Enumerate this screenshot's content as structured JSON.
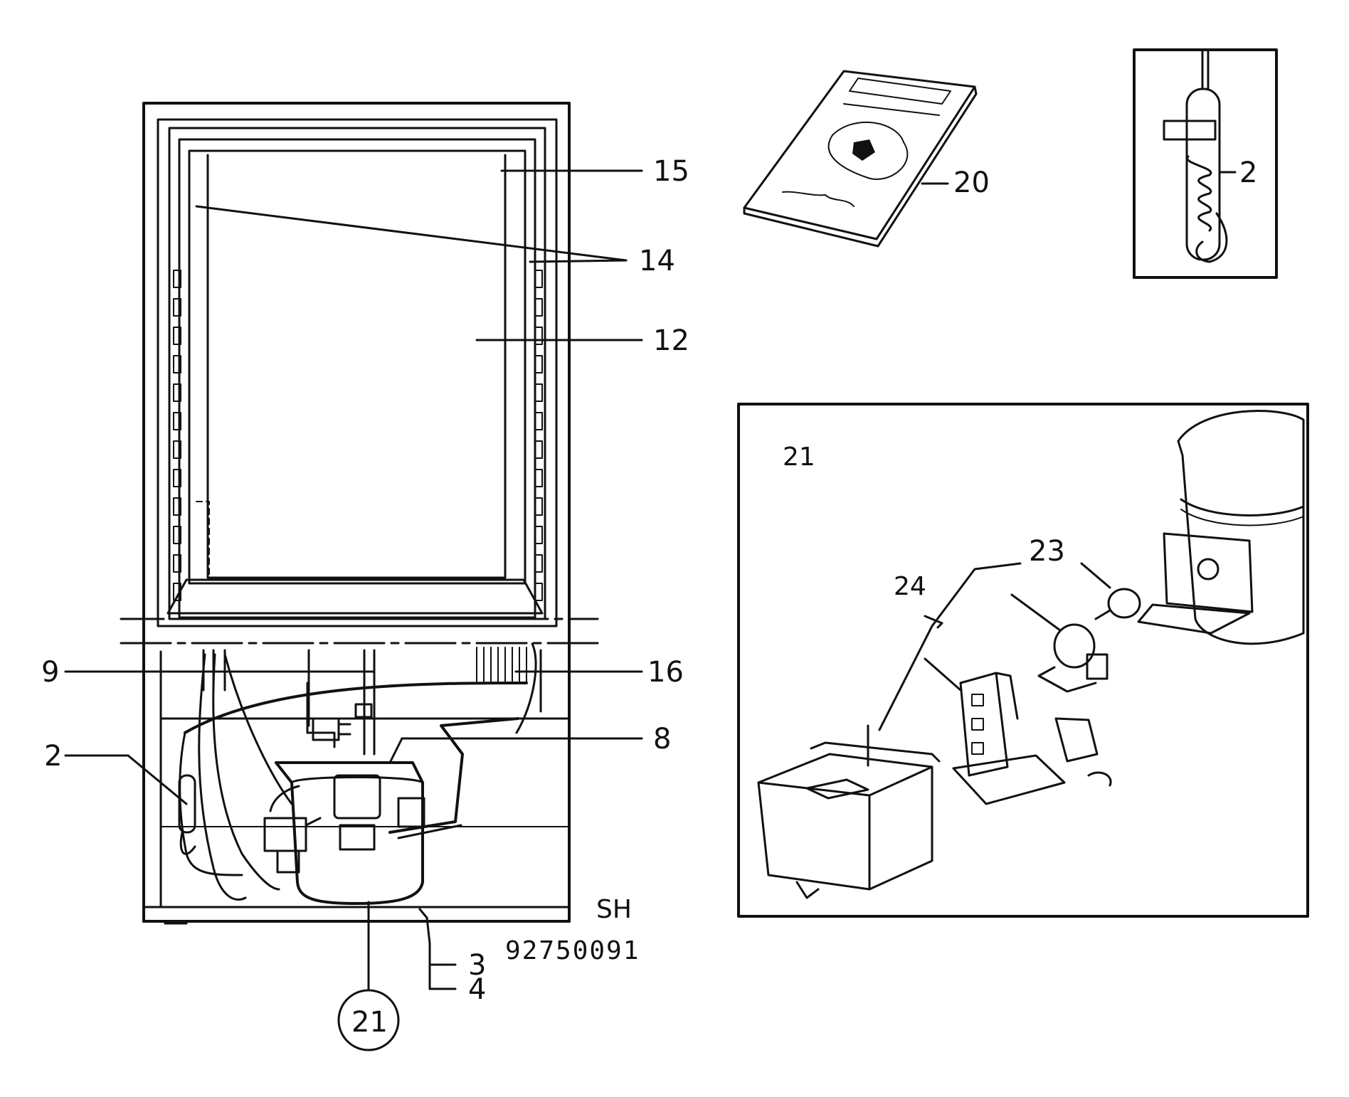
{
  "diagram": {
    "callouts": {
      "c15": "15",
      "c14": "14",
      "c12": "12",
      "c9": "9",
      "c16": "16",
      "c8": "8",
      "c2_left": "2",
      "c3": "3",
      "c4": "4",
      "c21_circled": "21",
      "c20": "20",
      "c2_inset": "2",
      "c21_inset": "21",
      "c23": "23",
      "c24": "24"
    },
    "mark_initials": "SH",
    "drawing_number": "92750091"
  }
}
